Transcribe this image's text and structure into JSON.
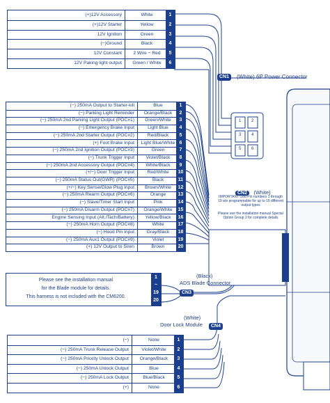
{
  "connectors": {
    "cn1": {
      "badge": "CN1",
      "title": "(White) 6P Power Connector"
    },
    "cn2": {
      "badge": "CN2",
      "title": "(White)",
      "note": "IMPORTANT Odd Pin numbers 1 through 19 are programmable for up to 19 different output types\n\nPlease see the installation manual Special Option Group 2 for complete details"
    },
    "cn3": {
      "badge": "CN3",
      "title_line1": "(Black)",
      "title_line2": "ADS Blade Connector"
    },
    "cn4": {
      "badge": "CN4",
      "title_line1": "(White)",
      "title_line2": "Door Lock Module"
    }
  },
  "cn1_table": [
    {
      "func": "(+)12V Accessory",
      "color": "White",
      "pin": "1"
    },
    {
      "func": "(+)12V Starter",
      "color": "Yellow",
      "pin": "2"
    },
    {
      "func": "12V Ignition",
      "color": "Green",
      "pin": "3"
    },
    {
      "func": "(−)Ground",
      "color": "Black",
      "pin": "4"
    },
    {
      "func": "12V Constant",
      "color": "2 Wire − Red",
      "pin": "5"
    },
    {
      "func": "12V Paking light output",
      "color": "Green / White",
      "pin": "6"
    }
  ],
  "cn2_table": [
    {
      "func": "(−) 250mA Output to Starter-kill",
      "color": "Blue",
      "pin": "1"
    },
    {
      "func": "(−) Parking Light Reminder",
      "color": "Orange/Black",
      "pin": "2"
    },
    {
      "func": "(−) 250mA 2nd Parking Light Output (POC#1)",
      "color": "Green/White",
      "pin": "3"
    },
    {
      "func": "(−) Emergency Brake Input",
      "color": "Light Blue",
      "pin": "4"
    },
    {
      "func": "(−) 250mA 2nd Starter Output (POC#2)",
      "color": "Red/Black",
      "pin": "5"
    },
    {
      "func": "(+) Foot Brake Input",
      "color": "Light Blue/White",
      "pin": "6"
    },
    {
      "func": "(−) 250mA 2nd Ignition Output (POC#3)",
      "color": "Green",
      "pin": "7"
    },
    {
      "func": "(−) Trunk Trigger Input",
      "color": "Violet/Black",
      "pin": "8"
    },
    {
      "func": "(−) 250mA 2nd Accessory Output (POC#4)",
      "color": "White/Black",
      "pin": "9"
    },
    {
      "func": "(+/−) Door Trigger Input",
      "color": "Red/White",
      "pin": "10"
    },
    {
      "func": "(−) 250mA Status Out(GWR) (POC#5)",
      "color": "Black",
      "pin": "11"
    },
    {
      "func": "(+/−) Key Sense/Glow Plug Input",
      "color": "Brown/White",
      "pin": "12"
    },
    {
      "func": "(−) 250mA Rearm Output (POC#6)",
      "color": "Orange",
      "pin": "13"
    },
    {
      "func": "(−) Slave/Timer Start Input",
      "color": "Pink",
      "pin": "14"
    },
    {
      "func": "(−) 250mA Disarm Output (POC#7)",
      "color": "Orange/White",
      "pin": "15"
    },
    {
      "func": "Engine Sensing Input (Alt./Tach/Battery)",
      "color": "Yellow/Black",
      "pin": "16"
    },
    {
      "func": "(−) 250mA Horn Output (POC#8)",
      "color": "White",
      "pin": "17"
    },
    {
      "func": "(−) Hood Pin Input",
      "color": "Gray/Black",
      "pin": "18"
    },
    {
      "func": "(−) 250mA Aux1 Output (POC#9)",
      "color": "Violet",
      "pin": "19"
    },
    {
      "func": "(+) 12V Output to Siren",
      "color": "Brown",
      "pin": "20"
    }
  ],
  "cn3_box": {
    "lines": [
      "Please see the installation manual",
      "for the Blade module for details.",
      "This harness is not included with the CM6200."
    ],
    "pins": [
      "1",
      "~",
      "19",
      "20"
    ]
  },
  "cn4_table": [
    {
      "func": "(−)",
      "color": "None",
      "pin": "1"
    },
    {
      "func": "(−) 250mA Trunk Release Output",
      "color": "Violet/White",
      "pin": "2"
    },
    {
      "func": "(−) 250mA Priority Unlock Output",
      "color": "Orange/Black",
      "pin": "3"
    },
    {
      "func": "(−) 250mA Unlock Output",
      "color": "Blue",
      "pin": "4"
    },
    {
      "func": "(−) 250mA Lock Output",
      "color": "Blue/Black",
      "pin": "5"
    },
    {
      "func": "(+)",
      "color": "None",
      "pin": "6"
    }
  ],
  "plug_pins": [
    "1",
    "2",
    "3",
    "4",
    "5",
    "6"
  ]
}
